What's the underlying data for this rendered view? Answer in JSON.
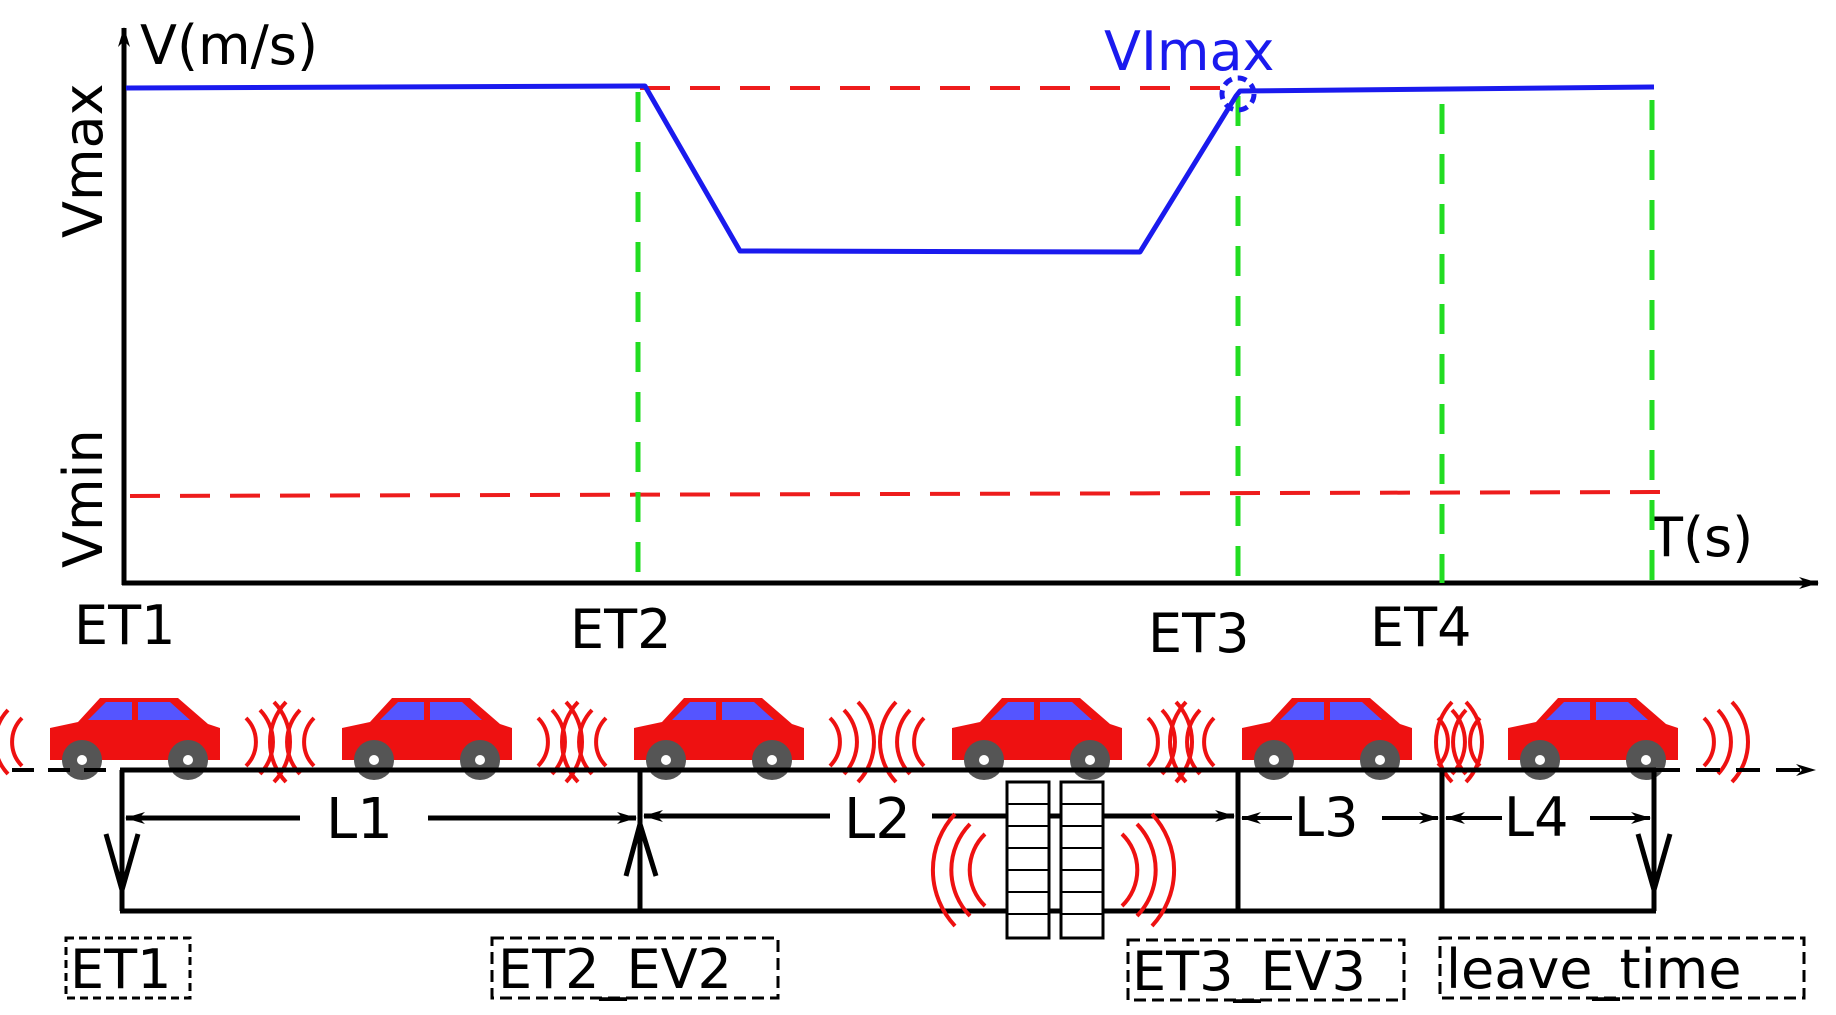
{
  "velocity_chart": {
    "y_axis_label": "V(m/s)",
    "x_axis_label": "T(s)",
    "vmax_label": "Vmax",
    "vmin_label": "Vmin",
    "peak_label": "VImax",
    "time_marks": [
      "ET1",
      "ET2",
      "ET3",
      "ET4"
    ],
    "colors": {
      "speed_line": "#1a1aee",
      "limit_line": "#ee1c1c",
      "event_line": "#22dd22",
      "peak_label": "#1a1aee"
    }
  },
  "road": {
    "segments": [
      "L1",
      "L2",
      "L3",
      "L4"
    ],
    "event_boxes": [
      "ET1",
      "ET2_EV2",
      "ET3_EV3",
      "leave_time"
    ],
    "car_count": 6,
    "colors": {
      "car_body": "#ee1111",
      "car_window": "#5555ff",
      "wheel": "#555555",
      "signal": "#ee1111"
    }
  }
}
